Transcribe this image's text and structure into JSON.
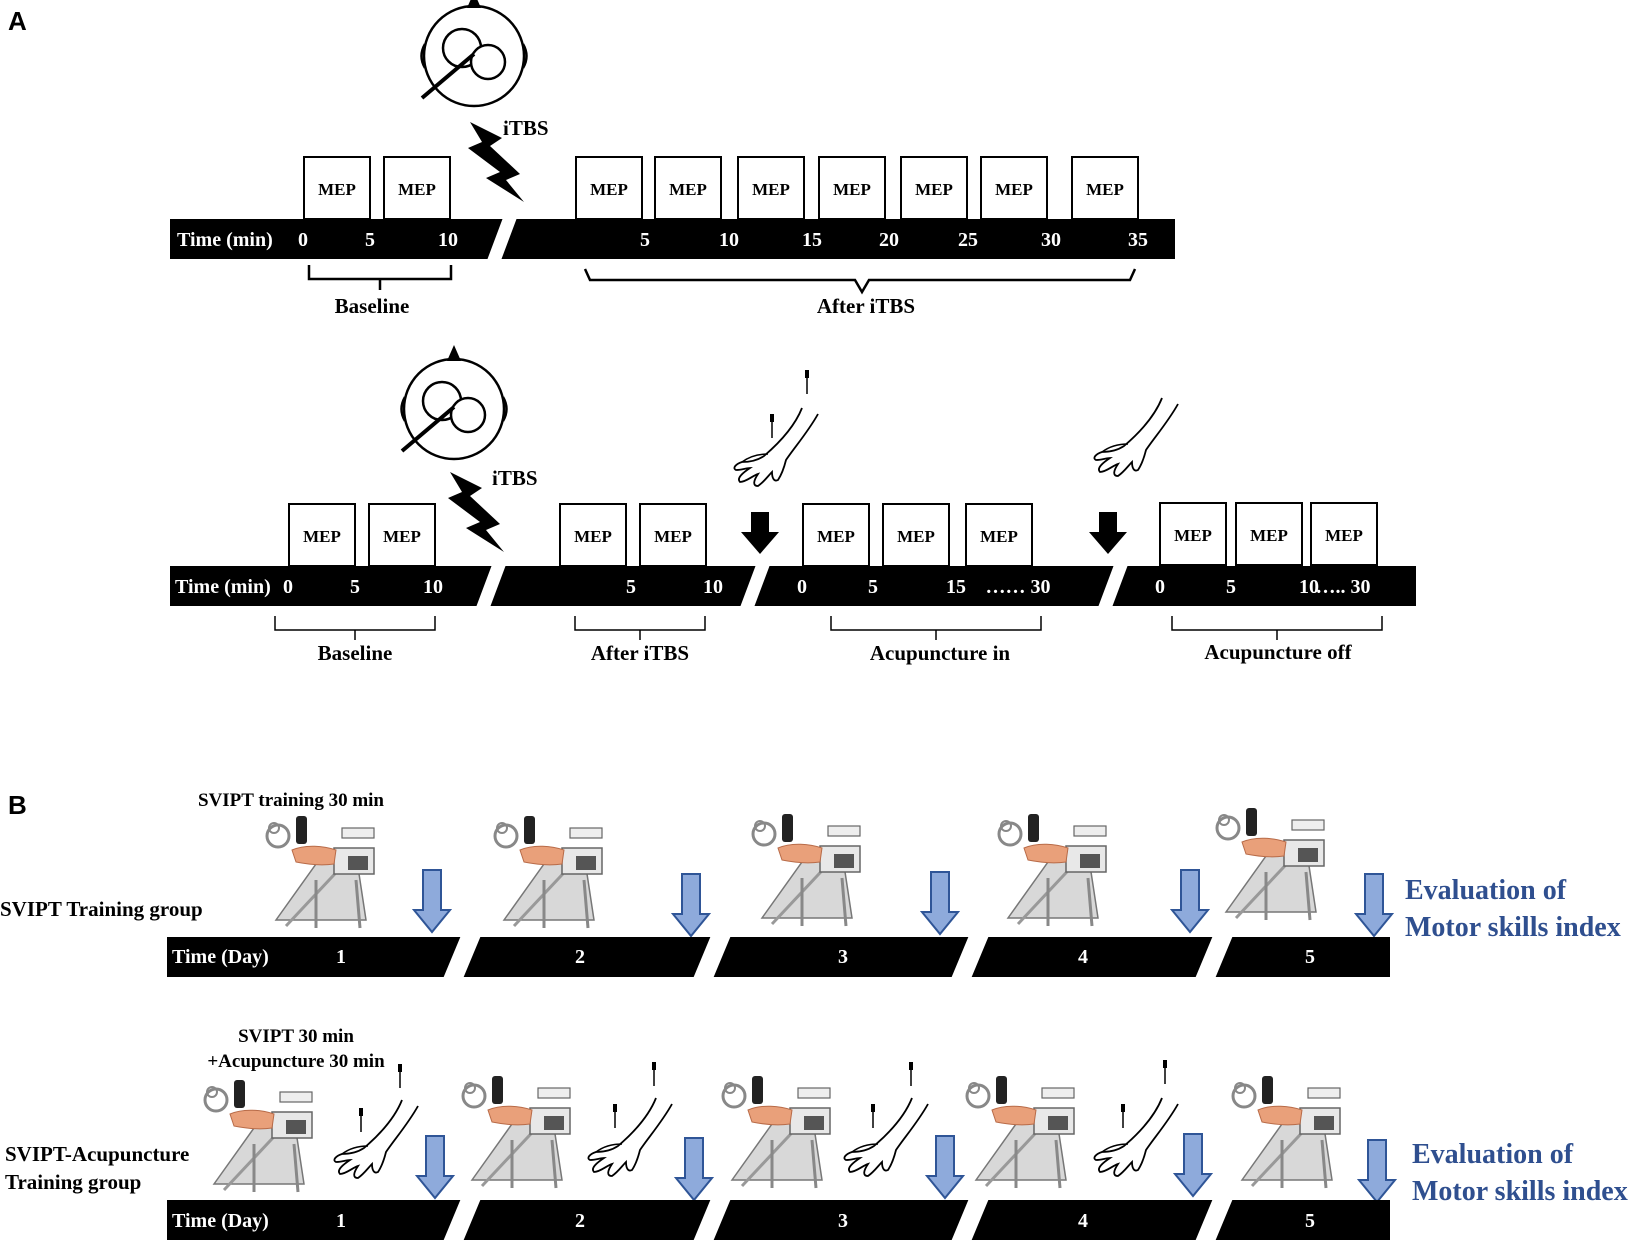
{
  "panel_a": {
    "label": "A",
    "row1": {
      "itbs_label": "iTBS",
      "time_label": "Time (min)",
      "mep_label": "MEP",
      "ticks": [
        "0",
        "5",
        "10",
        "5",
        "10",
        "15",
        "20",
        "25",
        "30",
        "35"
      ],
      "brackets": [
        "Baseline",
        "After iTBS"
      ]
    },
    "row2": {
      "itbs_label": "iTBS",
      "time_label": "Time (min)",
      "mep_label": "MEP",
      "ticks": [
        "0",
        "5",
        "10",
        "5",
        "10",
        "0",
        "5",
        "15",
        "…… 30",
        "0",
        "5",
        "10",
        "….. 30"
      ],
      "brackets": [
        "Baseline",
        "After iTBS",
        "Acupuncture in",
        "Acupuncture off"
      ]
    }
  },
  "panel_b": {
    "label": "B",
    "row1": {
      "header": "SVIPT training 30 min",
      "group_label": "SVIPT Training group",
      "time_label": "Time (Day)",
      "days": [
        "1",
        "2",
        "3",
        "4",
        "5"
      ],
      "eval_line1": "Evaluation of",
      "eval_line2": "Motor skills index"
    },
    "row2": {
      "header_line1": "SVIPT 30 min",
      "header_line2": "+Acupuncture 30 min",
      "group_line1": "SVIPT-Acupuncture",
      "group_line2": "Training group",
      "time_label": "Time (Day)",
      "days": [
        "1",
        "2",
        "3",
        "4",
        "5"
      ],
      "eval_line1": "Evaluation of",
      "eval_line2": "Motor skills index"
    }
  },
  "colors": {
    "bar": "#000000",
    "arrow_fill": "#8eaadb",
    "arrow_stroke": "#2f5597",
    "eval_text": "#2f4f8f"
  },
  "icons": [
    "head-coil-icon",
    "lightning-icon",
    "arm-needle-icon",
    "hand-icon",
    "robot-device-icon",
    "down-arrow-icon"
  ]
}
